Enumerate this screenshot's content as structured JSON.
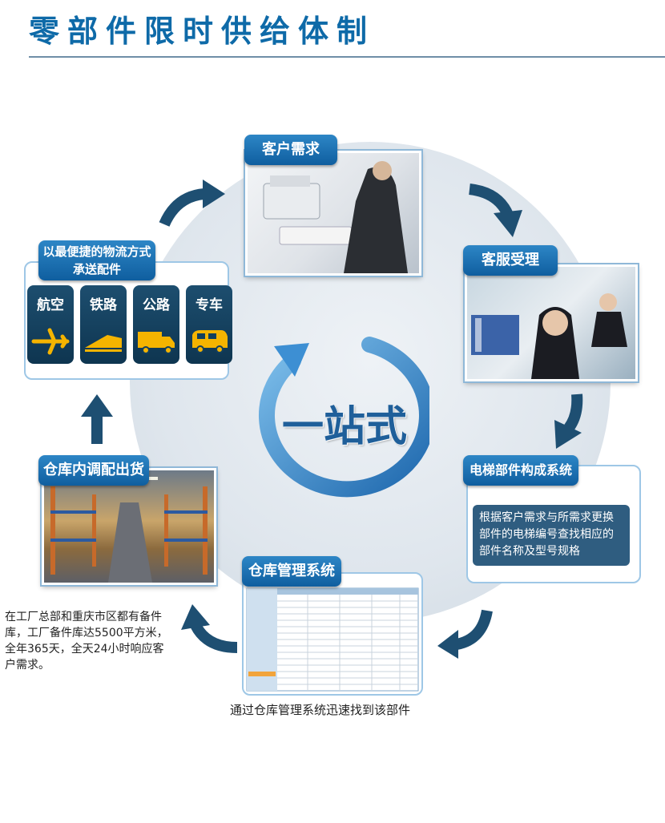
{
  "title": "零部件限时供给体制",
  "center": "一站式",
  "steps": {
    "customer_demand": "客户需求",
    "service": "客服受理",
    "parts_system": "电梯部件构成系统",
    "parts_system_desc": "根据客户需求与所需求更换部件的电梯编号查找相应的部件名称及型号规格",
    "warehouse_system": "仓库管理系统",
    "warehouse_caption": "通过仓库管理系统迅速找到该部件",
    "dispatch": "仓库内调配出货",
    "dispatch_caption": "在工厂总部和重庆市区都有备件库，工厂备件库达5500平方米，全年365天，全天24小时响应客户需求。",
    "shipping": "以最便捷的物流方式承送配件"
  },
  "modes": [
    {
      "label": "航空",
      "icon": "airplane-icon"
    },
    {
      "label": "铁路",
      "icon": "train-icon"
    },
    {
      "label": "公路",
      "icon": "truck-icon"
    },
    {
      "label": "专车",
      "icon": "van-icon"
    }
  ],
  "colors": {
    "brand_blue": "#0e6aa8",
    "tab_blue": "#1f74b8",
    "mode_dark": "#123f5e",
    "icon_yellow": "#f5b400",
    "arrow_blue": "#1e4f72"
  }
}
